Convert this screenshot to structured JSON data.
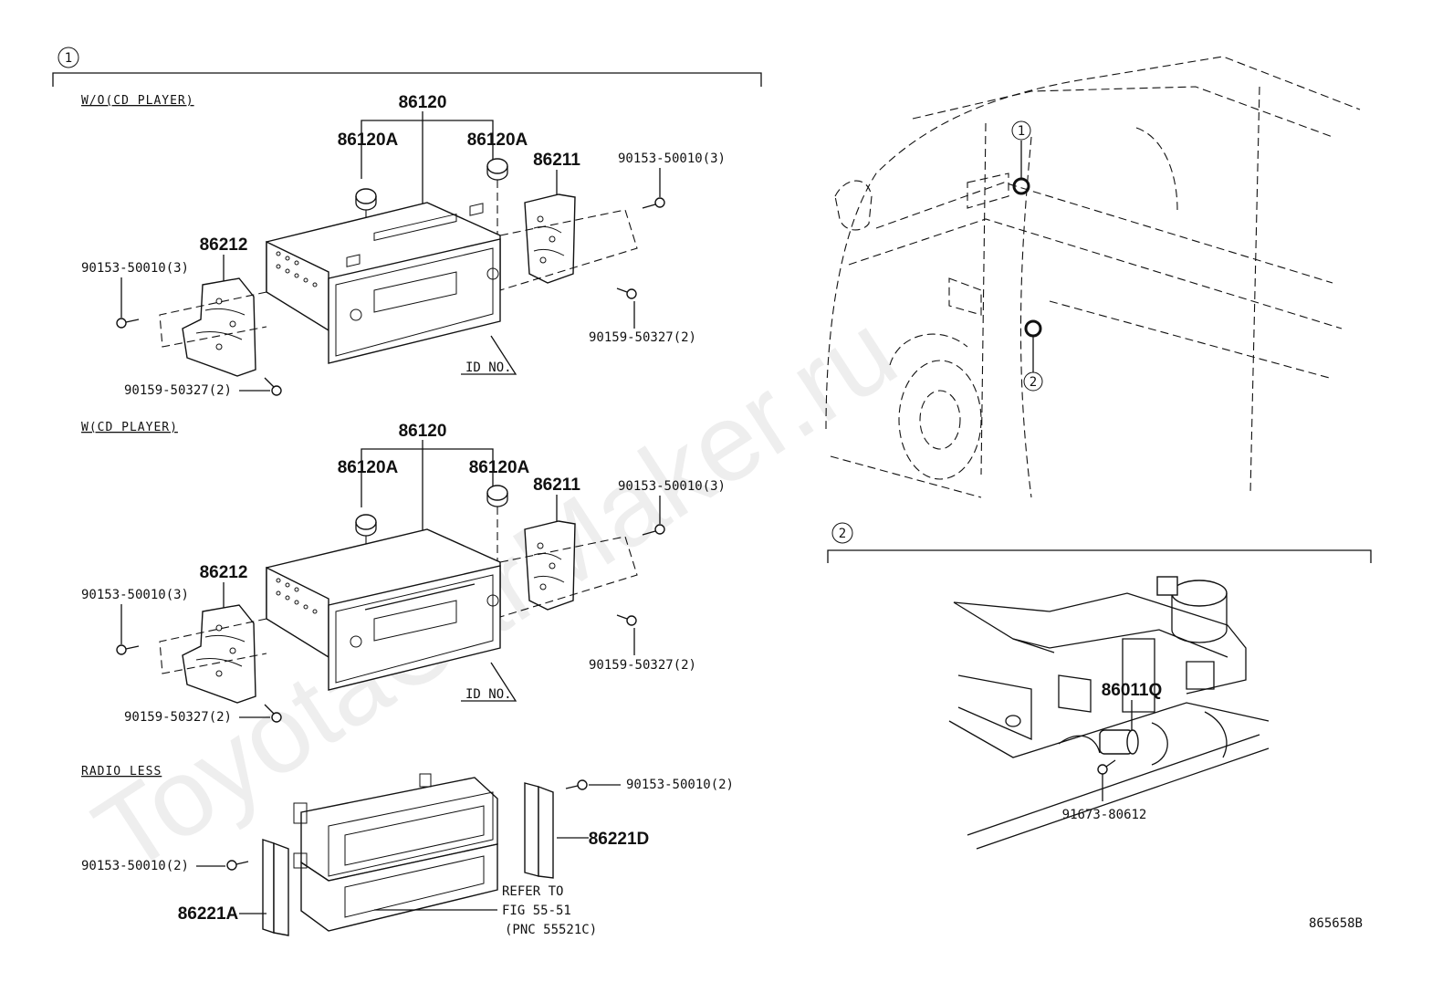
{
  "watermark": "ToyotaCarMaker.ru",
  "figure_id": "865658B",
  "callouts": {
    "section1": "1",
    "section2": "2"
  },
  "sections": {
    "wo_cd": "W/O(CD PLAYER)",
    "w_cd": "W(CD PLAYER)",
    "radio_less": "RADIO LESS"
  },
  "parts": {
    "wo_cd": {
      "receiver": "86120",
      "knob_left": "86120A",
      "knob_right": "86120A",
      "bracket_right": "86211",
      "bracket_left": "86212",
      "screw_top_right": "90153-50010(3)",
      "screw_left": "90153-50010(3)",
      "bolt_right": "90159-50327(2)",
      "bolt_bottom": "90159-50327(2)",
      "id_no": "ID NO."
    },
    "w_cd": {
      "receiver": "86120",
      "knob_left": "86120A",
      "knob_right": "86120A",
      "bracket_right": "86211",
      "bracket_left": "86212",
      "screw_top_right": "90153-50010(3)",
      "screw_left": "90153-50010(3)",
      "bolt_right": "90159-50327(2)",
      "bolt_bottom": "90159-50327(2)",
      "id_no": "ID NO."
    },
    "radio_less": {
      "screw_right": "90153-50010(2)",
      "screw_left": "90153-50010(2)",
      "panel_right": "86221D",
      "panel_left": "86221A",
      "refer_1": "REFER TO",
      "refer_2": "FIG 55-51",
      "refer_3": "(PNC 55521C)"
    },
    "section2": {
      "antenna": "86011Q",
      "screw": "91673-80612"
    }
  }
}
